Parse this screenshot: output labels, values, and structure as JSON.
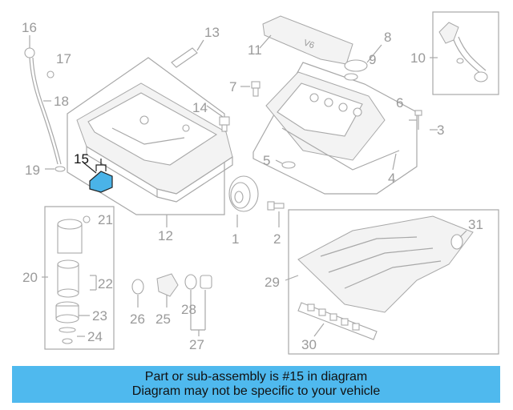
{
  "diagram": {
    "highlighted_part": "15",
    "callouts": [
      "1",
      "2",
      "3",
      "4",
      "5",
      "6",
      "7",
      "8",
      "9",
      "10",
      "11",
      "12",
      "13",
      "14",
      "15",
      "16",
      "17",
      "18",
      "19",
      "20",
      "21",
      "22",
      "23",
      "24",
      "25",
      "26",
      "27",
      "28",
      "29",
      "30",
      "31"
    ]
  },
  "banner": {
    "line1": "Part or sub-assembly is #15 in diagram",
    "line2": "Diagram may not be specific to your vehicle",
    "color": "#4fb9ee"
  }
}
